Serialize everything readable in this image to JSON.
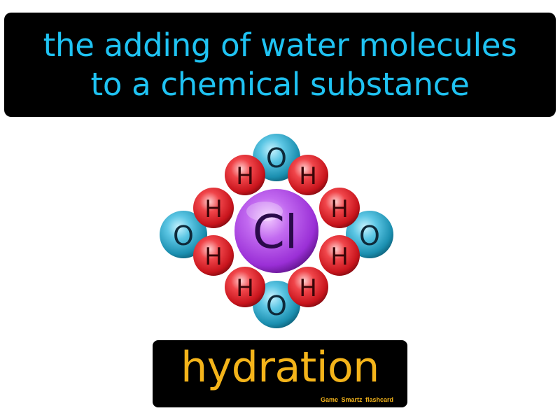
{
  "definition": {
    "line1": "the adding of water molecules",
    "line2": "to a chemical substance"
  },
  "term": "hydration",
  "credit": "Game Smartz flashcard",
  "diagram": {
    "center_label": "Cl",
    "oxygen_label": "O",
    "hydrogen_label": "H"
  },
  "colors": {
    "definition_text": "#1fc3f3",
    "term_text": "#f4b41a",
    "oxygen": "#1b8fb0",
    "hydrogen": "#c8141c",
    "chlorine": "#9a2fd6"
  }
}
